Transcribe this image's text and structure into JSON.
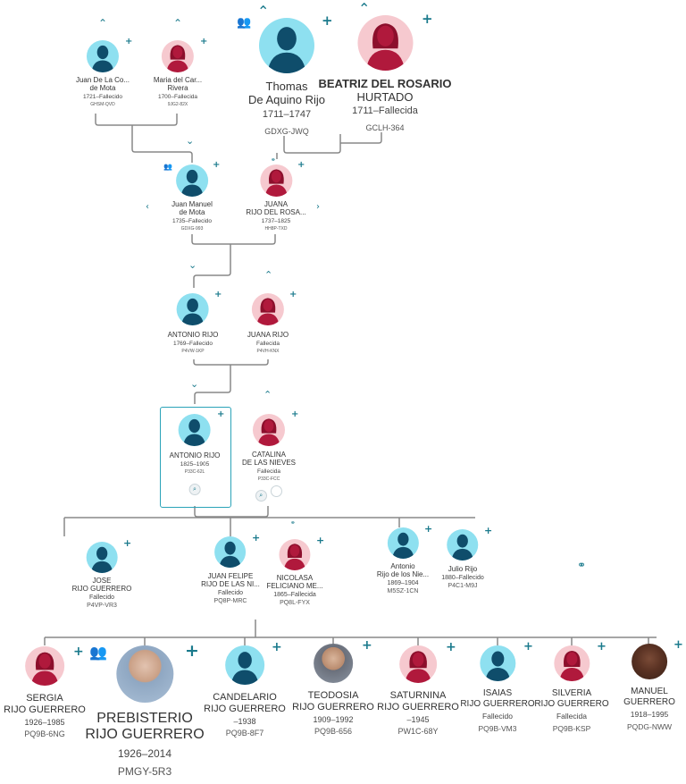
{
  "gen1": [
    {
      "name1": "Juan De La Co...",
      "name2": "de Mota",
      "dates": "1721–Fallecido",
      "id": "GHSM-QVD",
      "sex": "male"
    },
    {
      "name1": "Maria del Car...",
      "name2": "Rivera",
      "dates": "1700–Fallecida",
      "id": "9JG2-82X",
      "sex": "female"
    },
    {
      "name1": "Thomas",
      "name2": "De Aquino Rijo",
      "dates": "1711–1747",
      "id": "GDXG-JWQ",
      "sex": "male"
    },
    {
      "name1": "BEATRIZ DEL ROSARIO",
      "name2": "HURTADO",
      "dates": "1711–Fallecida",
      "id": "GCLH-364",
      "sex": "female"
    }
  ],
  "gen2": [
    {
      "name1": "Juan Manuel",
      "name2": "de Mota",
      "dates": "1735–Fallecido",
      "id": "GDXG-993",
      "sex": "male"
    },
    {
      "name1": "JUANA",
      "name2": "RIJO DEL ROSA...",
      "dates": "1737–1825",
      "id": "HH8P-TXD",
      "sex": "female"
    }
  ],
  "gen3": [
    {
      "name1": "ANTONIO RIJO",
      "dates": "1769–Fallecido",
      "id": "P4VW-1KP",
      "sex": "male"
    },
    {
      "name1": "JUANA RIJO",
      "dates": "Fallecida",
      "id": "P4VH-KNX",
      "sex": "female"
    }
  ],
  "gen4": [
    {
      "name1": "ANTONIO RIJO",
      "dates": "1825–1905",
      "id": "P33C-62L",
      "sex": "male"
    },
    {
      "name1": "CATALINA",
      "name2": "DE LAS NIEVES",
      "dates": "Fallecida",
      "id": "P33C-FCC",
      "sex": "female"
    }
  ],
  "gen5": [
    {
      "name1": "JOSE",
      "name2": "RIJO GUERRERO",
      "dates": "Fallecido",
      "id": "P4VP-VR3",
      "sex": "male"
    },
    {
      "name1": "JUAN FELIPE",
      "name2": "RIJO DE LAS NI...",
      "dates": "Fallecido",
      "id": "PQ8P-MRC",
      "sex": "male"
    },
    {
      "name1": "NICOLASA",
      "name2": "FELICIANO ME...",
      "dates": "1865–Fallecida",
      "id": "PQ8L-FYX",
      "sex": "female"
    },
    {
      "name1": "Antonio",
      "name2": "Rijo de los Nie...",
      "dates": "1869–1904",
      "id": "M5SZ-1CN",
      "sex": "male"
    },
    {
      "name1": "Julio Rijo",
      "dates": "1880–Fallecido",
      "id": "P4C1-M9J",
      "sex": "male"
    }
  ],
  "gen6": [
    {
      "name1": "SERGIA",
      "name2": "RIJO GUERRERO",
      "dates": "1926–1985",
      "id": "PQ9B-6NG",
      "sex": "female"
    },
    {
      "name1": "PREBISTERIO",
      "name2": "RIJO GUERRERO",
      "dates": "1926–2014",
      "id": "PMGY-5R3",
      "sex": "male"
    },
    {
      "name1": "CANDELARIO",
      "name2": "RIJO GUERRERO",
      "dates": "–1938",
      "id": "PQ9B-8F7",
      "sex": "male"
    },
    {
      "name1": "TEODOSIA",
      "name2": "RIJO GUERRERO",
      "dates": "1909–1992",
      "id": "PQ9B-656",
      "sex": "female"
    },
    {
      "name1": "SATURNINA",
      "name2": "RIJO GUERRERO",
      "dates": "–1945",
      "id": "PW1C-68Y",
      "sex": "female"
    },
    {
      "name1": "ISAIAS",
      "name2": "RIJO GUERRERO",
      "dates": "Fallecido",
      "id": "PQ9B-VM3",
      "sex": "male"
    },
    {
      "name1": "SILVERIA",
      "name2": "RIJO GUERRERO",
      "dates": "Fallecida",
      "id": "PQ9B-KSP",
      "sex": "female"
    },
    {
      "name1": "MANUEL",
      "name2": "GUERRERO",
      "dates": "1918–1995",
      "id": "PQDG-NWW",
      "sex": "male"
    }
  ],
  "icons": {
    "add": "+",
    "expand_up": "^",
    "expand_down": "v",
    "expand_left": "<",
    "expand_right": ">",
    "family_group": "people-icon",
    "sources": "record-icon"
  },
  "colors": {
    "accent": "#1a7a8c",
    "male": "#8ee0f0",
    "female": "#f6c9cf",
    "figure_male": "#0f4d6b",
    "figure_female": "#b0193c"
  }
}
